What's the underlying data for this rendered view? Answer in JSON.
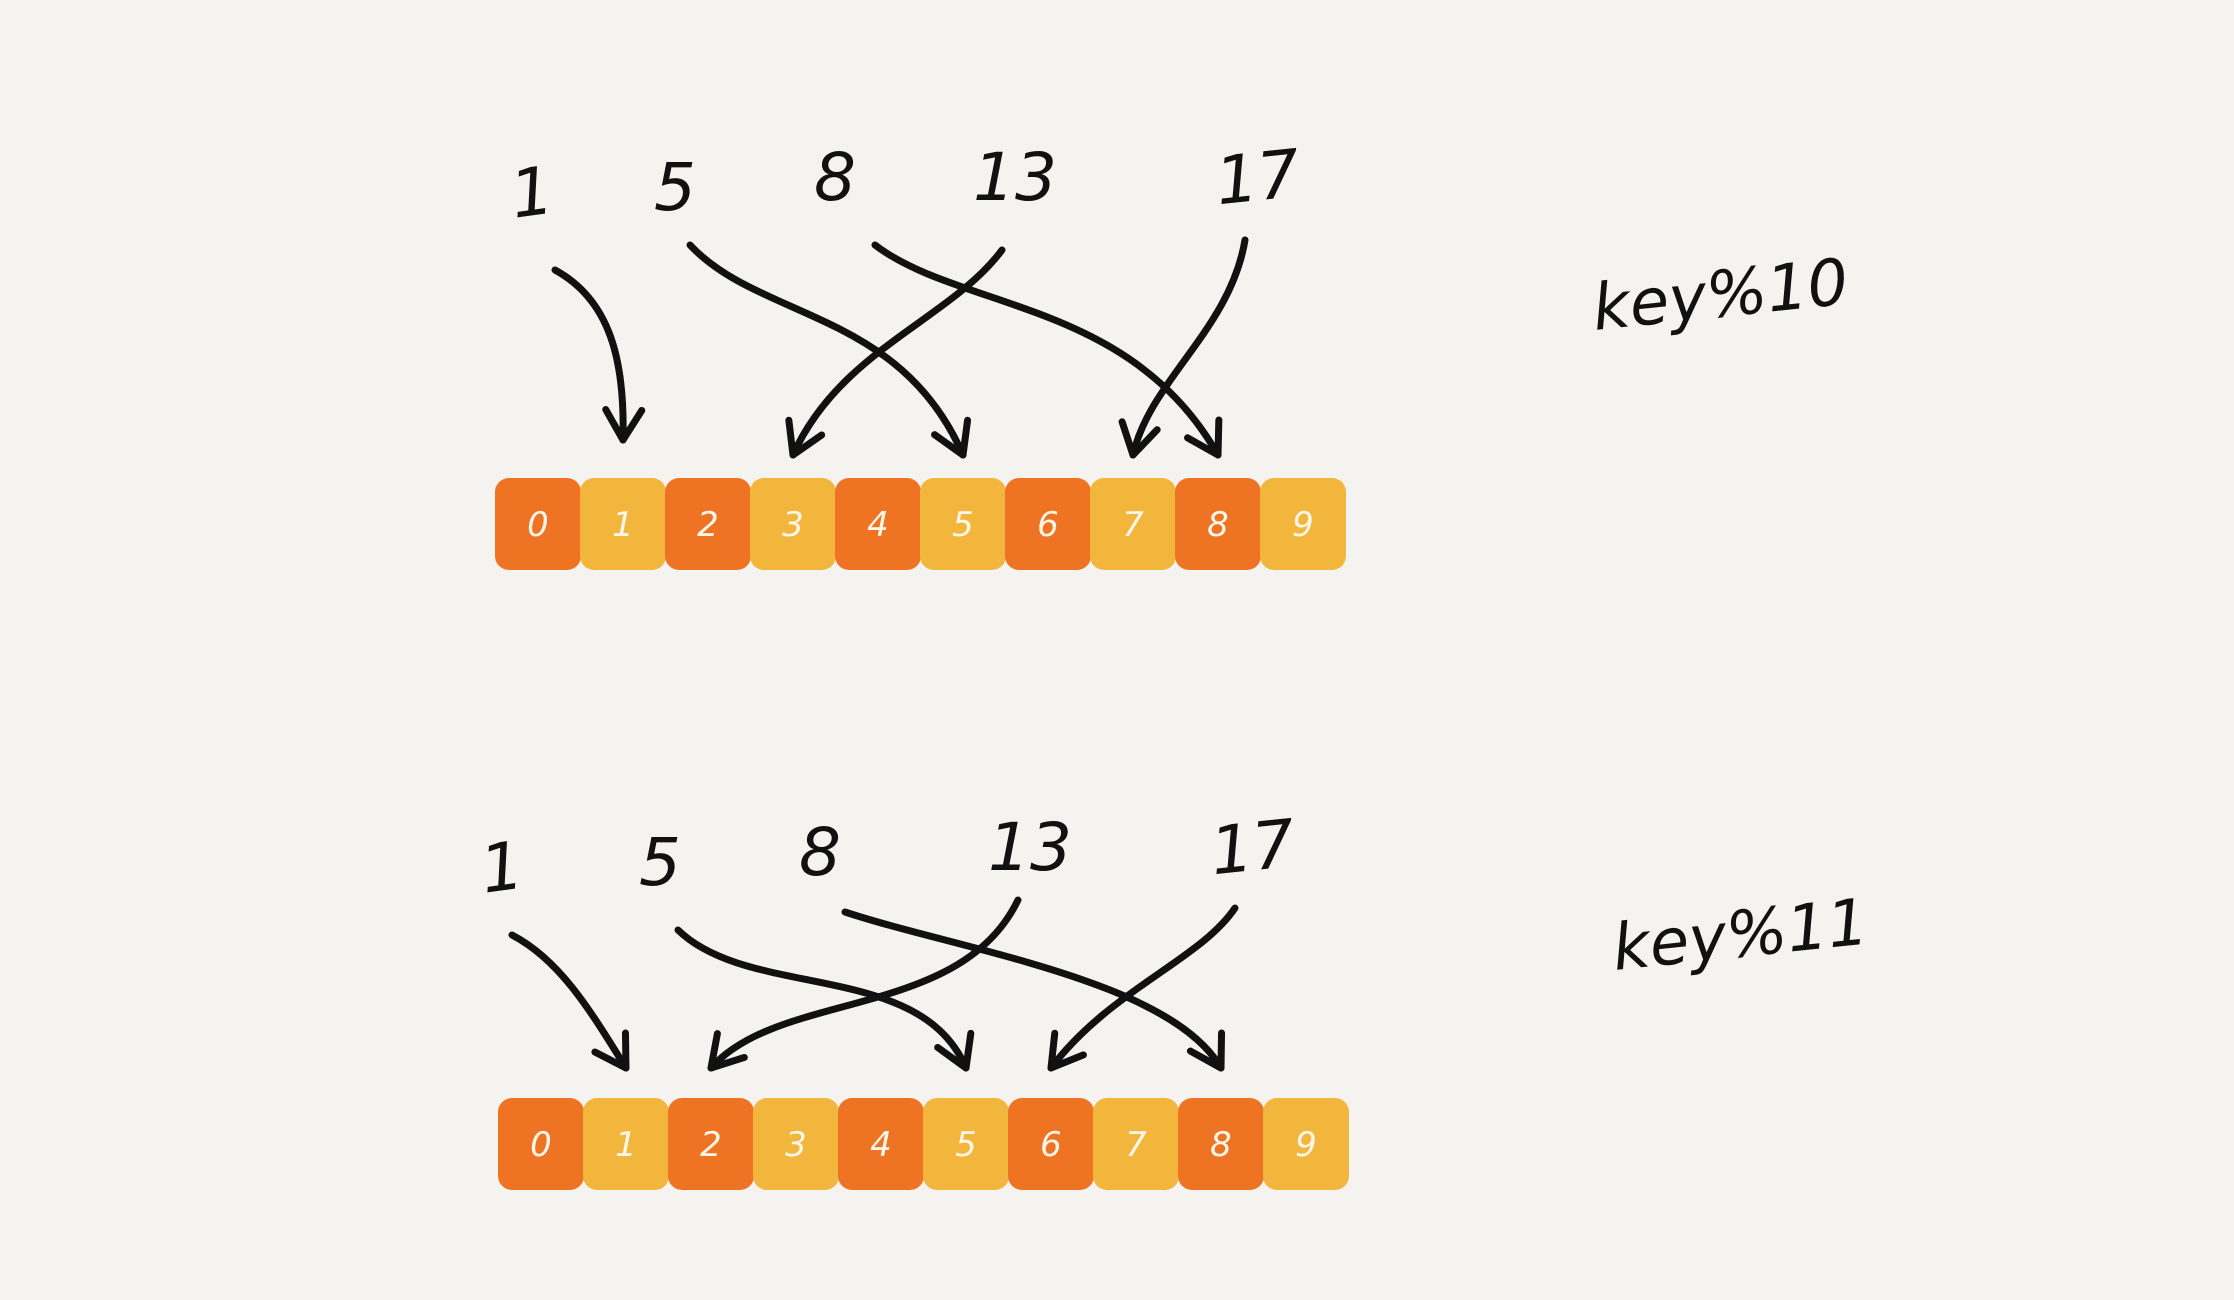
{
  "palette": {
    "background": "#f5f3f0",
    "cell_dark": "#ee7424",
    "cell_light": "#f3b63c",
    "ink": "#111111"
  },
  "diagrams": [
    {
      "label": "key%10",
      "keys": [
        "1",
        "5",
        "8",
        "13",
        "17"
      ],
      "slots": [
        "0",
        "1",
        "2",
        "3",
        "4",
        "5",
        "6",
        "7",
        "8",
        "9"
      ],
      "mapping": [
        {
          "key": "1",
          "slot": "1"
        },
        {
          "key": "5",
          "slot": "5"
        },
        {
          "key": "8",
          "slot": "8"
        },
        {
          "key": "13",
          "slot": "3"
        },
        {
          "key": "17",
          "slot": "7"
        }
      ]
    },
    {
      "label": "key%11",
      "keys": [
        "1",
        "5",
        "8",
        "13",
        "17"
      ],
      "slots": [
        "0",
        "1",
        "2",
        "3",
        "4",
        "5",
        "6",
        "7",
        "8",
        "9"
      ],
      "mapping": [
        {
          "key": "1",
          "slot": "1"
        },
        {
          "key": "5",
          "slot": "5"
        },
        {
          "key": "8",
          "slot": "8"
        },
        {
          "key": "13",
          "slot": "2"
        },
        {
          "key": "17",
          "slot": "6"
        }
      ]
    }
  ]
}
